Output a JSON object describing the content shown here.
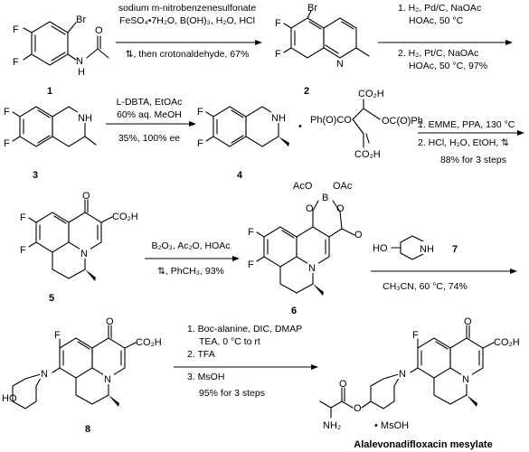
{
  "compounds": {
    "c1": "1",
    "c2": "2",
    "c3": "3",
    "c4": "4",
    "c5": "5",
    "c6": "6",
    "c8": "8",
    "c7": "7",
    "final": "Alalevonadifloxacin mesylate"
  },
  "atoms": {
    "F": "F",
    "Br": "Br",
    "H": "H",
    "N": "N",
    "NH": "NH",
    "O": "O",
    "HO": "HO",
    "CO2H": "CO₂H",
    "OCOPh": "OC(O)Ph",
    "PhCOO": "Ph(O)CO",
    "AcO": "AcO",
    "OAc": "OAc",
    "B": "B",
    "NH2": "NH₂",
    "dot": "•",
    "msoh_salt": "• MsOH"
  },
  "step1": {
    "line1": "sodium m-nitrobenzenesulfonate",
    "line2": "FeSO₄•7H₂O, B(OH)₃, H₂O, HCl",
    "line3": "⇅, then crotonaldehyde, 67%"
  },
  "step2": {
    "line1": "1. H₂, Pd/C, NaOAc",
    "line2": "HOAc, 50 °C",
    "line3": "2. H₂, Pt/C, NaOAc",
    "line4": "HOAc, 50 °C, 97%"
  },
  "step3": {
    "line1": "L-DBTA, EtOAc",
    "line2": "60% aq. MeOH",
    "line3": "35%, 100% ee"
  },
  "step4": {
    "line1": "1. EMME, PPA, 130 °C",
    "line2": "2. HCl, H₂O, EtOH, ⇅",
    "line3": "88% for 3 steps"
  },
  "step5": {
    "line1": "B₂O₃, Ac₂O, HOAc",
    "line2": "⇅, PhCH₃, 93%"
  },
  "step6": {
    "line1": "CH₃CN, 60 °C, 74%"
  },
  "step7": {
    "line1": "1.  Boc-alanine, DIC, DMAP",
    "line2": "TEA, 0 °C to rt",
    "line3": "2.  TFA",
    "line4": "3.  MsOH",
    "line5": "95% for 3 steps"
  }
}
